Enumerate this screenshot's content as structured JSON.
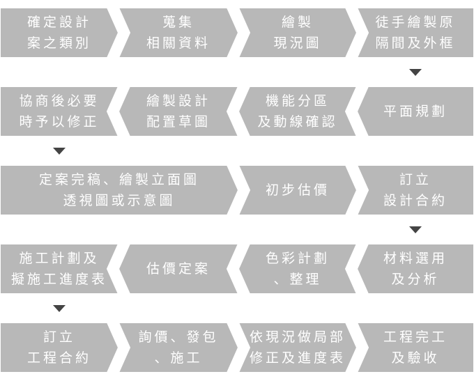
{
  "colors": {
    "step_fill": "#b8b8b8",
    "step_edge": "#ffffff",
    "text": "#ffffff",
    "arrow": "#444444"
  },
  "rows": [
    {
      "direction": "right",
      "steps": [
        {
          "lines": [
            "確定設計",
            "案之類別"
          ]
        },
        {
          "lines": [
            "蒐集",
            "相關資料"
          ]
        },
        {
          "lines": [
            "繪製",
            "現況圖"
          ]
        },
        {
          "lines": [
            "徒手繪製原",
            "隔間及外框"
          ]
        }
      ]
    },
    {
      "direction": "left",
      "steps": [
        {
          "lines": [
            "協商後必要",
            "時予以修正"
          ]
        },
        {
          "lines": [
            "繪製設計",
            "配置草圖"
          ]
        },
        {
          "lines": [
            "機能分區",
            "及動線確認"
          ]
        },
        {
          "lines": [
            "平面規劃"
          ]
        }
      ]
    },
    {
      "direction": "right",
      "steps": [
        {
          "lines": [
            "定案完稿、繪製立面圖",
            "透視圖或示意圖"
          ]
        },
        {
          "lines": [
            "初步估價"
          ]
        },
        {
          "lines": [
            "訂立",
            "設計合約"
          ]
        }
      ]
    },
    {
      "direction": "left",
      "steps": [
        {
          "lines": [
            "施工計劃及",
            "擬施工進度表"
          ]
        },
        {
          "lines": [
            "估價定案"
          ]
        },
        {
          "lines": [
            "色彩計劃",
            "、整理"
          ]
        },
        {
          "lines": [
            "材料選用",
            "及分析"
          ]
        }
      ]
    },
    {
      "direction": "right",
      "steps": [
        {
          "lines": [
            "訂立",
            "工程合約"
          ]
        },
        {
          "lines": [
            "詢價、發包",
            "、施工"
          ]
        },
        {
          "lines": [
            "依現況做局部",
            "修正及進度表"
          ]
        },
        {
          "lines": [
            "工程完工",
            "及驗收"
          ]
        }
      ]
    }
  ]
}
